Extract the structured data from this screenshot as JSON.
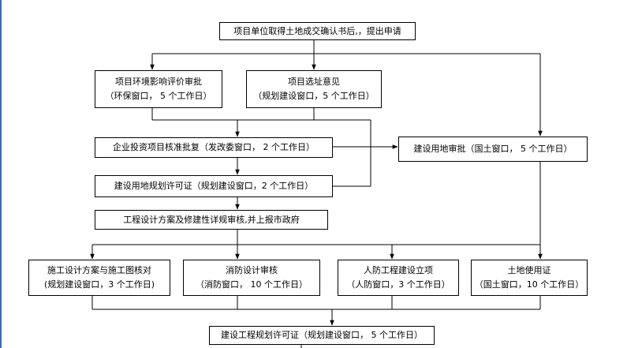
{
  "flowchart": {
    "nodes": [
      {
        "id": "apply",
        "lines": [
          "项目单位取得土地成交确认书后,，提出申请"
        ]
      },
      {
        "id": "env",
        "lines": [
          "项目环境影响评价审批",
          "（环保窗口， 5 个工作日）"
        ]
      },
      {
        "id": "site",
        "lines": [
          "项目选址意见",
          "（规划建设窗口，5 个工作日）"
        ]
      },
      {
        "id": "invest",
        "lines": [
          "企业投资项目核准批复（发改委窗口， 2 个工作日）"
        ]
      },
      {
        "id": "landapp",
        "lines": [
          "建设用地审批（国土窗口， 5 个工作日）"
        ]
      },
      {
        "id": "landplan",
        "lines": [
          "建设用地规划许可证（规划建设窗口，2 个工作日）"
        ]
      },
      {
        "id": "design",
        "lines": [
          "工程设计方案及修建性详规审核,并上报市政府"
        ]
      },
      {
        "id": "construct",
        "lines": [
          "施工设计方案与施工图核对",
          "(规划建设窗口，3 个工作日)"
        ]
      },
      {
        "id": "fire",
        "lines": [
          "消防设计审核",
          "（消防窗口， 10 个工作日）"
        ]
      },
      {
        "id": "civil",
        "lines": [
          "人防工程建设立项",
          "（人防窗口，3 个工作日）"
        ]
      },
      {
        "id": "landuse",
        "lines": [
          "土地使用证",
          "（国土窗口，10 个工作日）"
        ]
      },
      {
        "id": "permit",
        "lines": [
          "建设工程规划许可证（规划建设窗口， 5 个工作日）"
        ]
      }
    ]
  }
}
